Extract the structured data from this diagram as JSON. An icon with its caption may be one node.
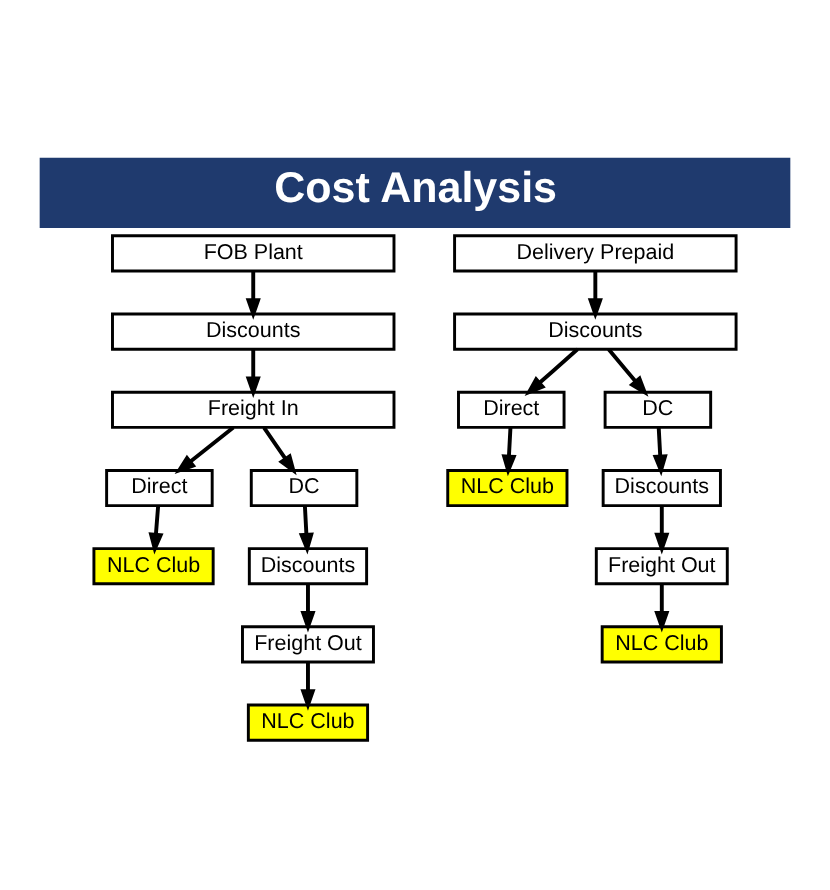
{
  "diagram": {
    "title": "Cost Analysis",
    "nodes": [
      {
        "text": [
          "FOB Plant"
        ]
      },
      {
        "text": [
          "Discounts"
        ]
      },
      {
        "text": [
          "Freight In"
        ]
      },
      {
        "text": [
          "Direct"
        ]
      },
      {
        "text": [
          "DC"
        ]
      },
      {
        "text": [
          "NLC Club"
        ]
      },
      {
        "text": [
          "Discounts"
        ]
      },
      {
        "text": [
          "Freight Out"
        ]
      },
      {
        "text": [
          "NLC Club"
        ]
      },
      {
        "text": [
          "Delivery Prepaid"
        ]
      },
      {
        "text": [
          "Discounts"
        ]
      },
      {
        "text": [
          "Direct"
        ]
      },
      {
        "text": [
          "DC"
        ]
      },
      {
        "text": [
          "NLC Club"
        ]
      },
      {
        "text": [
          "Discounts"
        ]
      },
      {
        "text": [
          "Freight Out"
        ]
      },
      {
        "text": [
          "NLC Club"
        ]
      }
    ],
    "edges": [
      {
        "from": 0,
        "to": 1,
        "arrow": "to"
      },
      {
        "from": 1,
        "to": 2,
        "arrow": "to"
      },
      {
        "from": 2,
        "to": 3,
        "arrow": "to"
      },
      {
        "from": 2,
        "to": 4,
        "arrow": "to"
      },
      {
        "from": 3,
        "to": 5,
        "arrow": "to"
      },
      {
        "from": 4,
        "to": 6,
        "arrow": "to"
      },
      {
        "from": 6,
        "to": 7,
        "arrow": "to"
      },
      {
        "from": 7,
        "to": 8,
        "arrow": "to"
      },
      {
        "from": 9,
        "to": 10,
        "arrow": "to"
      },
      {
        "from": 10,
        "to": 11,
        "arrow": "to"
      },
      {
        "from": 10,
        "to": 12,
        "arrow": "to"
      },
      {
        "from": 11,
        "to": 13,
        "arrow": "to"
      },
      {
        "from": 12,
        "to": 14,
        "arrow": "to"
      },
      {
        "from": 14,
        "to": 15,
        "arrow": "to"
      },
      {
        "from": 15,
        "to": 16,
        "arrow": "to"
      }
    ]
  }
}
